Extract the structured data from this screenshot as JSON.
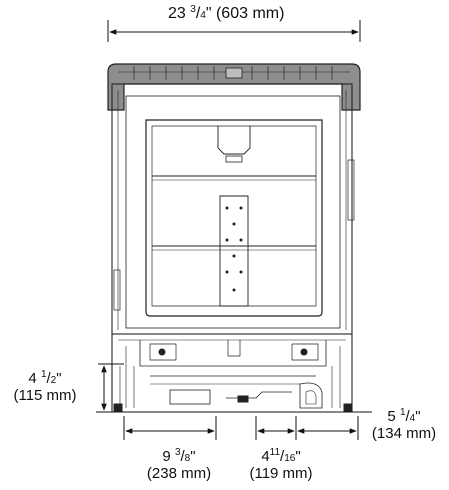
{
  "dims": {
    "width": {
      "whole": "23",
      "num": "3",
      "den": "4",
      "metric": "(603 mm)"
    },
    "height": {
      "whole": "4",
      "num": "1",
      "den": "2",
      "metric": "(115 mm)"
    },
    "left_span": {
      "whole": "9",
      "num": "3",
      "den": "8",
      "metric": "(238 mm)"
    },
    "mid_span": {
      "whole": "4",
      "num": "11",
      "den": "16",
      "metric": "(119 mm)"
    },
    "right_span": {
      "whole": "5",
      "num": "1",
      "den": "4",
      "metric": "(134 mm)"
    },
    "inch_mark": "\""
  }
}
